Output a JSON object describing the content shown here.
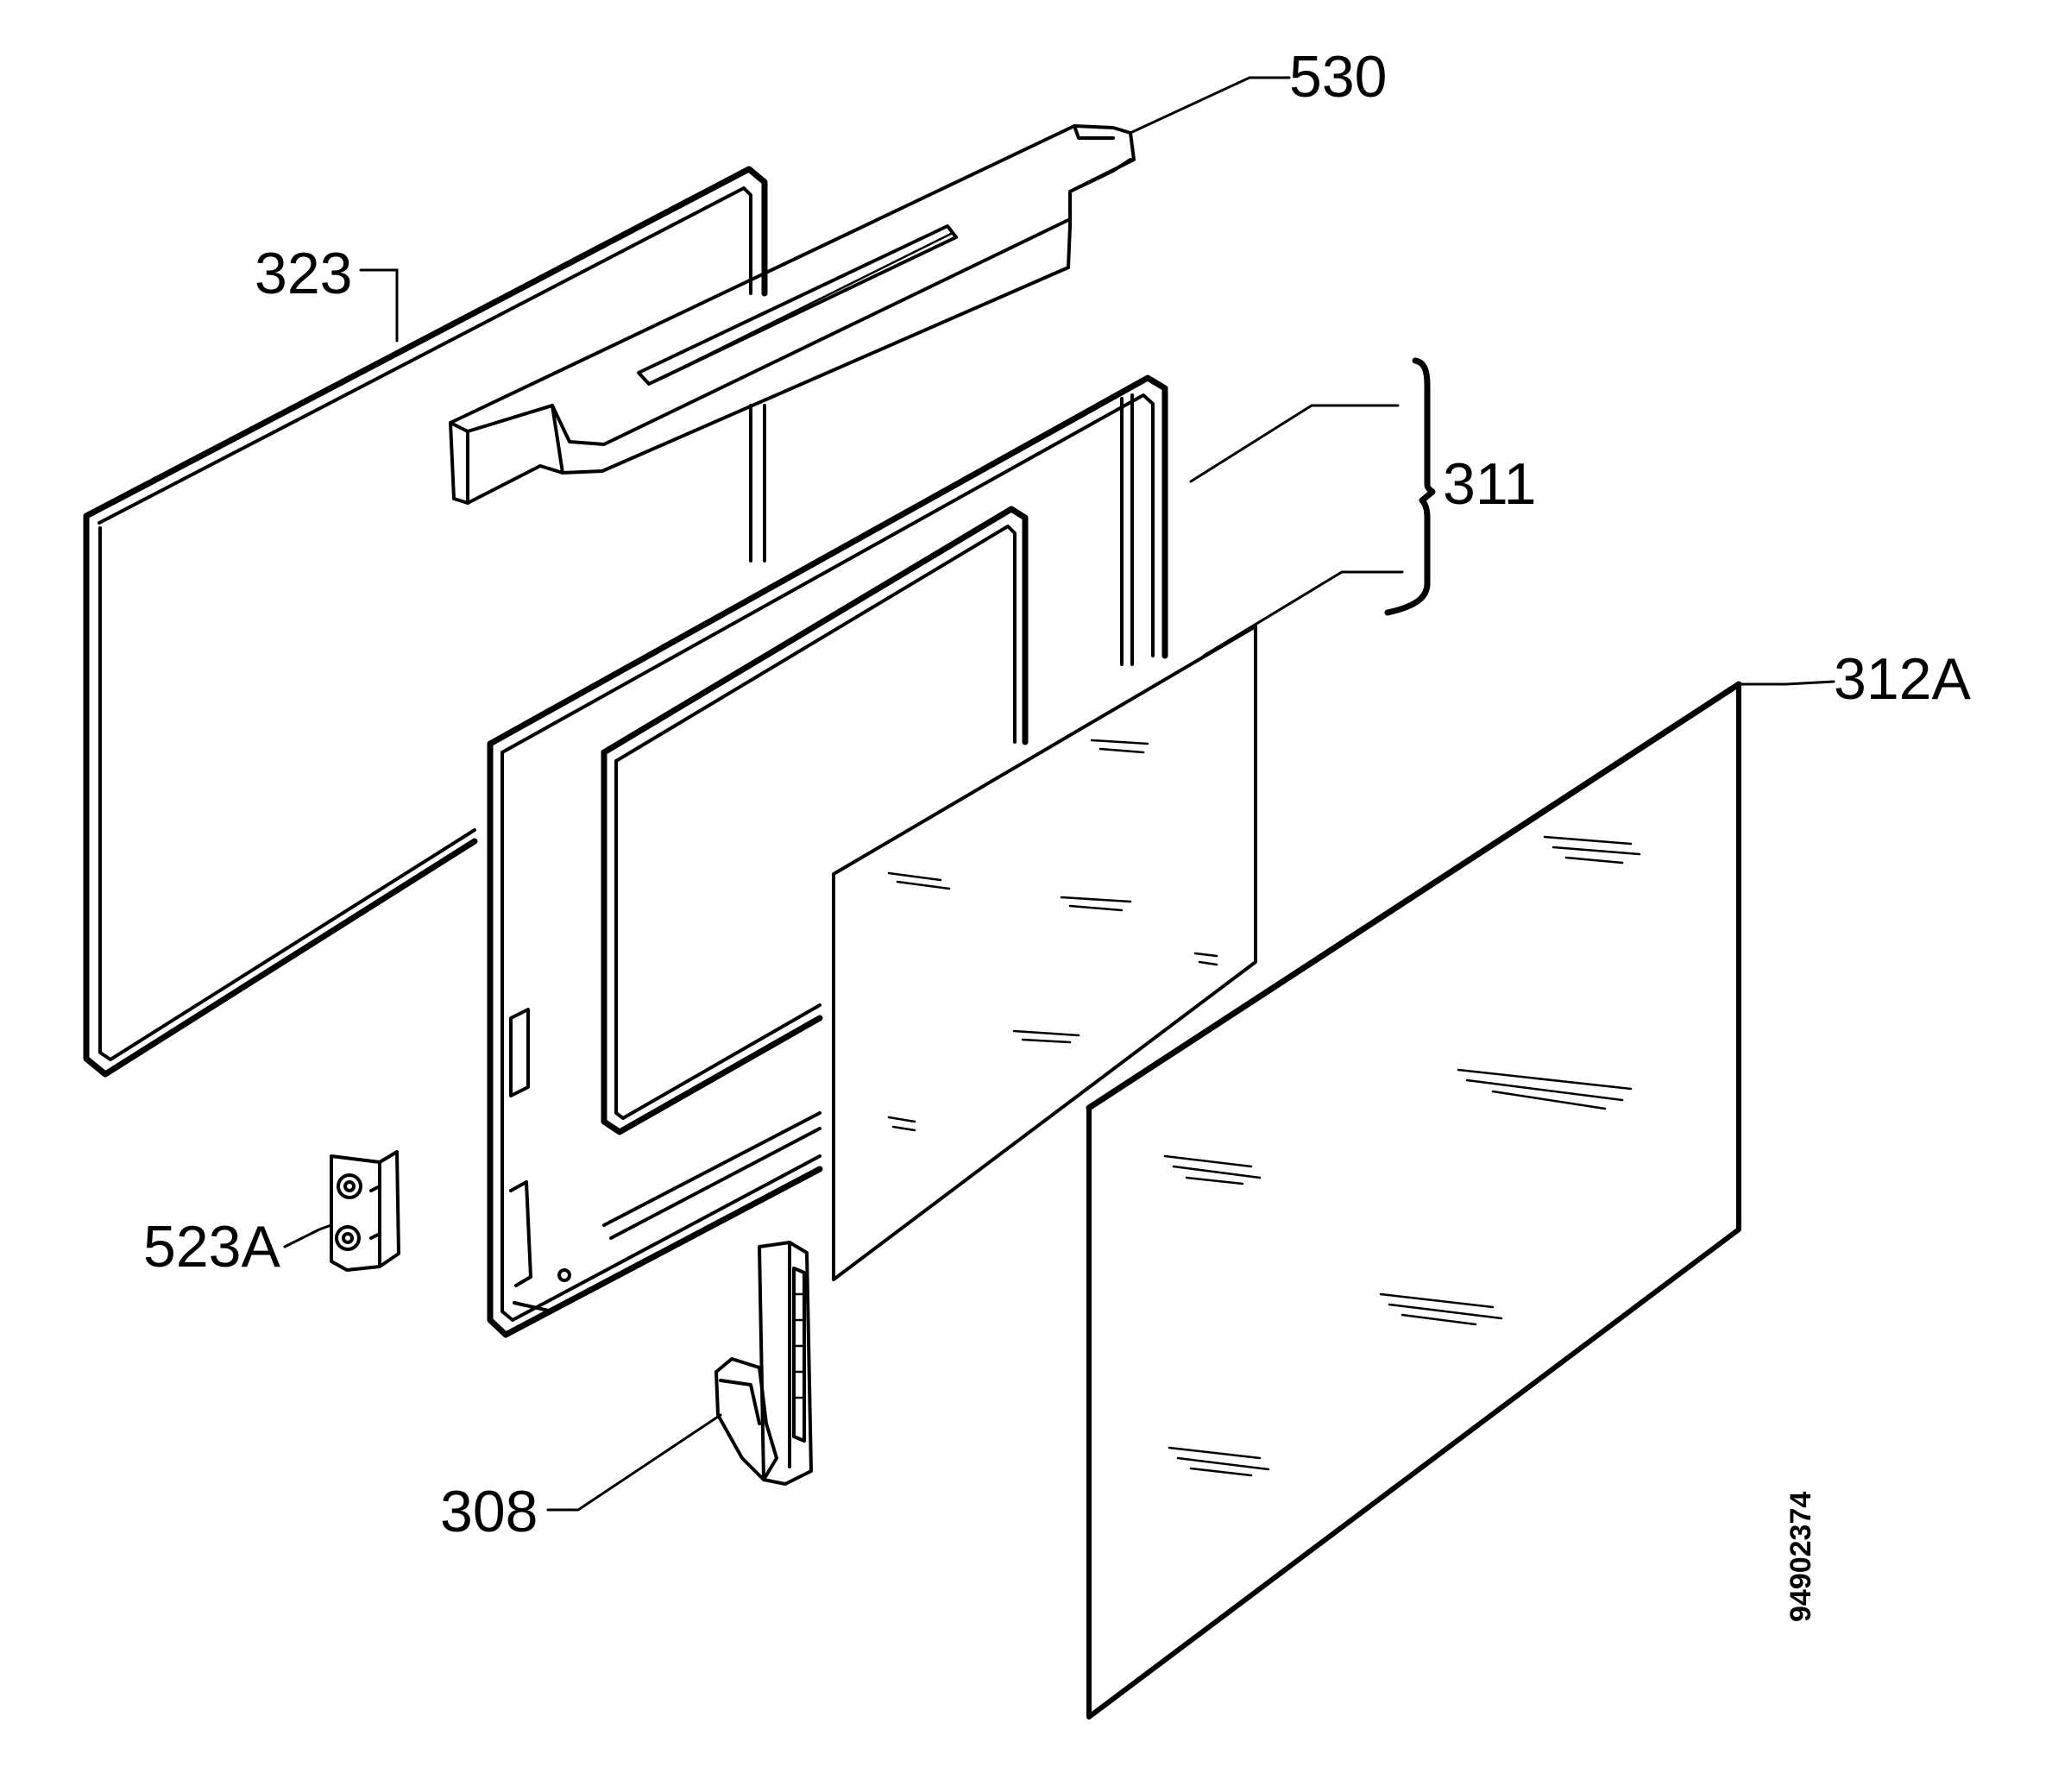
{
  "callouts": {
    "p530": "530",
    "p323": "323",
    "p311": "311",
    "p312a": "312A",
    "p523a": "523A",
    "p308": "308"
  },
  "drawing_number": "94902374"
}
